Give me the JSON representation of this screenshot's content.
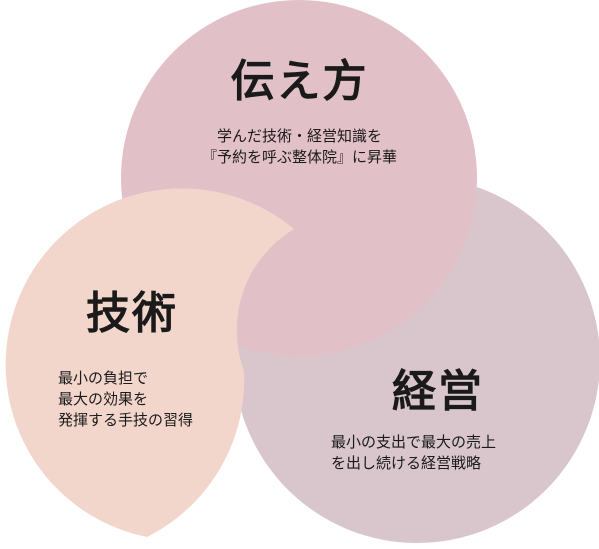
{
  "diagram": {
    "colors": {
      "top": "#e2c0c8",
      "left": "#f2d6cc",
      "right": "#d8c6cc",
      "text": "#1a1a1a"
    },
    "top": {
      "title": "伝え方",
      "lines": [
        "学んだ技術・経営知識を",
        "『予約を呼ぶ整体院』に昇華"
      ]
    },
    "left": {
      "title": "技術",
      "lines": [
        "最小の負担で",
        "最大の効果を",
        "発揮する手技の習得"
      ]
    },
    "right": {
      "title": "経営",
      "lines": [
        "最小の支出で最大の売上",
        "を出し続ける経営戦略"
      ]
    }
  }
}
